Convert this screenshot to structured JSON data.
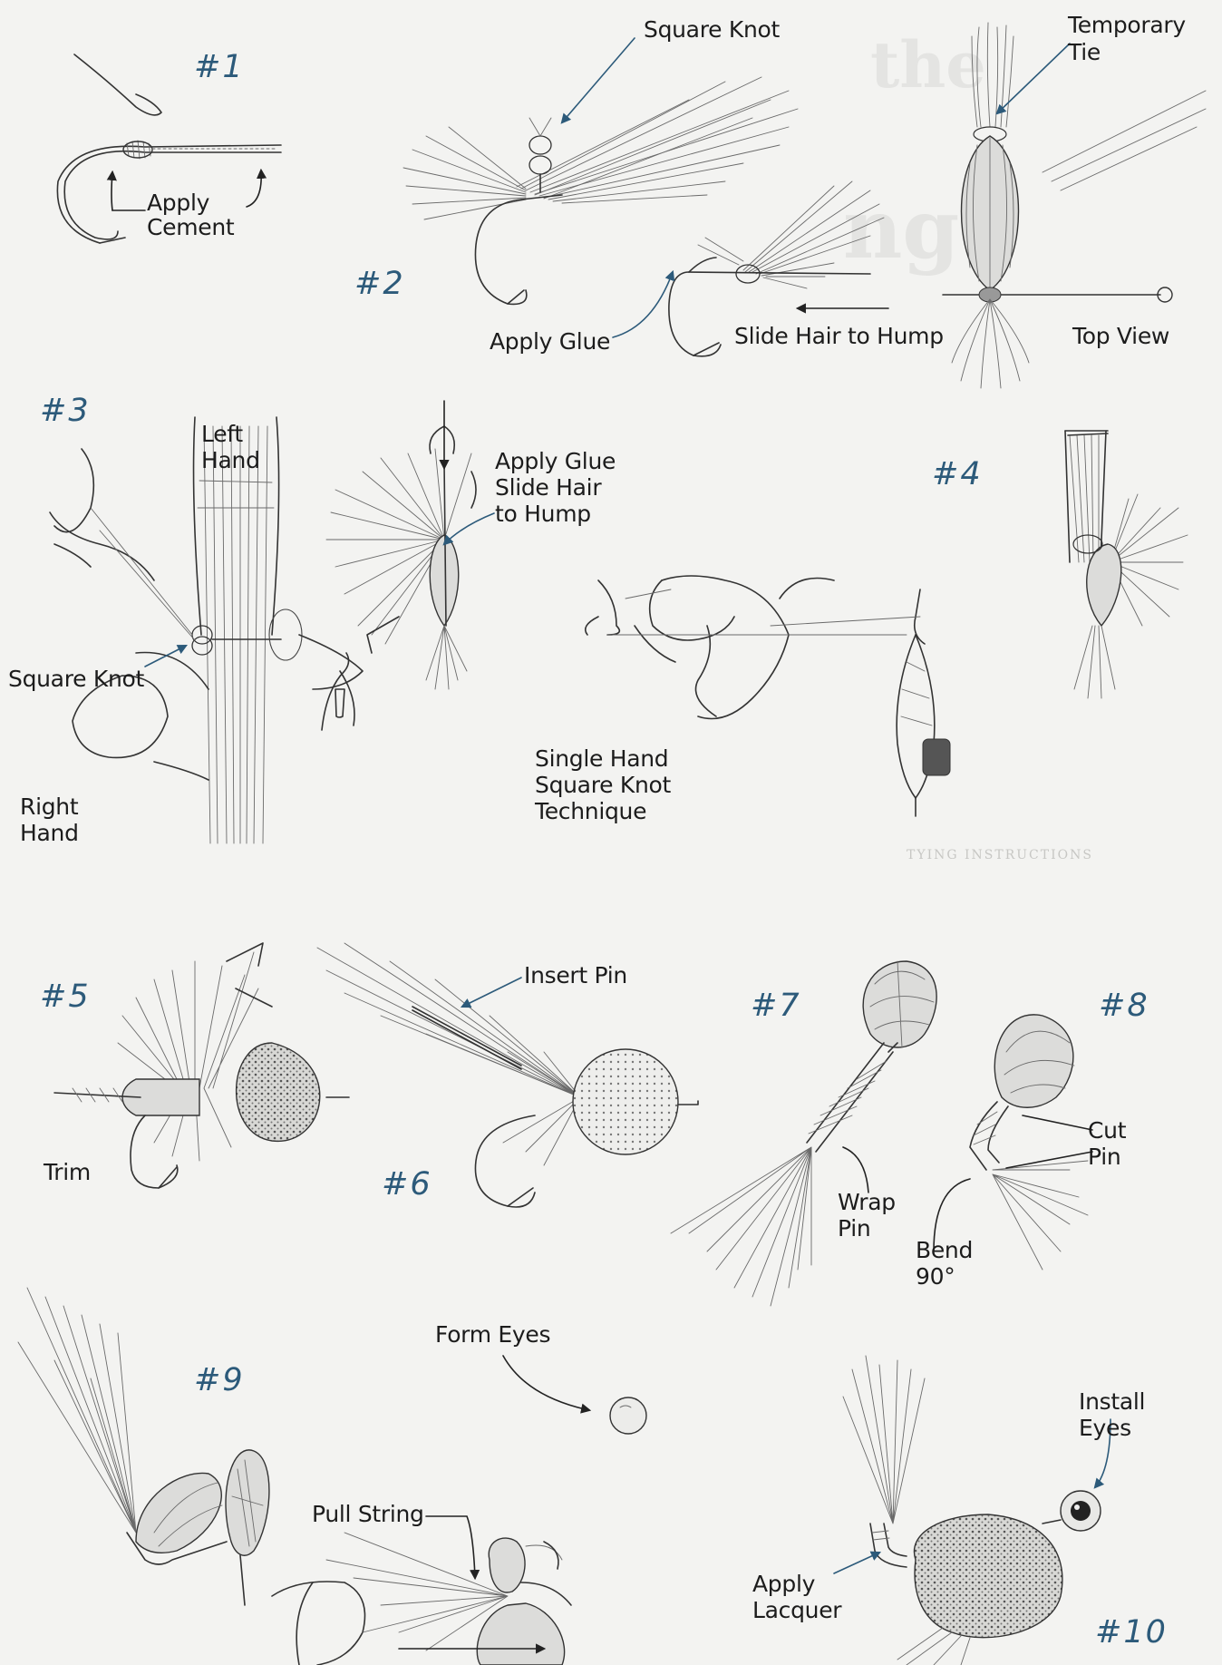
{
  "watermark": {
    "fragment_1": "the",
    "fragment_2": "ng"
  },
  "step_numbers": [
    "#1",
    "#2",
    "#3",
    "#4",
    "#5",
    "#6",
    "#7",
    "#8",
    "#9",
    "#10"
  ],
  "labels": {
    "step1_apply_cement": [
      "Apply",
      "Cement"
    ],
    "step2_square_knot": "Square Knot",
    "step2_temporary_tie": [
      "Temporary",
      "Tie"
    ],
    "step2_apply_glue": "Apply Glue",
    "step2_slide_hair": "Slide Hair to Hump",
    "step2_top_view": "Top View",
    "step3_left_hand": [
      "Left",
      "Hand"
    ],
    "step3_apply_glue": [
      "Apply Glue",
      "Slide Hair",
      "to Hump"
    ],
    "step3_square_knot": "Square Knot",
    "step3_right_hand": [
      "Right",
      "Hand"
    ],
    "step3_single_hand": [
      "Single Hand",
      "Square Knot",
      "Technique"
    ],
    "step5_trim": "Trim",
    "step6_insert_pin": "Insert Pin",
    "step7_wrap_pin": [
      "Wrap",
      "Pin"
    ],
    "step8_cut_pin": [
      "Cut",
      "Pin"
    ],
    "step8_bend": [
      "Bend",
      "90°"
    ],
    "step9_form_eyes": "Form Eyes",
    "step9_pull_string": "Pull String",
    "step10_install_eyes": [
      "Install",
      "Eyes"
    ],
    "step10_apply_lacquer": [
      "Apply",
      "Lacquer"
    ]
  },
  "background_text": {
    "heading": "TYING INSTRUCTIONS"
  },
  "colors": {
    "accent_numbers": "#2c5a7a",
    "leader_lines": "#2c5a7a",
    "ink": "#333333"
  }
}
